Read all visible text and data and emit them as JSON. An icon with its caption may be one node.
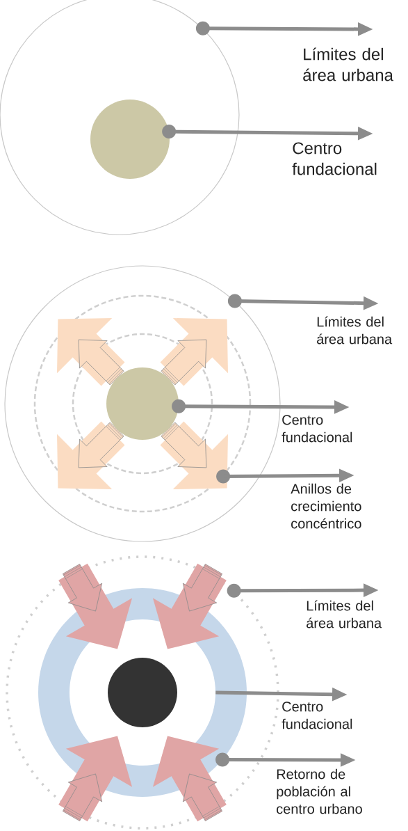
{
  "diagram": {
    "nodes": [
      {
        "text": [],
        "shape": "circle"
      },
      {
        "text": [],
        "shape": "circle",
        "in": 0
      },
      {
        "text": [
          "Límites del área urbana"
        ]
      },
      {
        "text": [
          "Centro fundacional"
        ]
      },
      {
        "text": [],
        "shape": "circle"
      },
      {
        "text": [],
        "shape": "circle",
        "in": 4
      },
      {
        "text": [],
        "shape": "circle",
        "in": 5
      },
      {
        "text": [],
        "shape": "circle",
        "in": 6
      },
      {
        "text": [
          "Límites del área urbana"
        ]
      },
      {
        "text": [
          "Centro fundacional"
        ]
      },
      {
        "text": [
          "Anillos de crecimiento concéntrico"
        ]
      },
      {
        "text": [],
        "shape": "circle"
      },
      {
        "text": [],
        "shape": "circle",
        "in": 11
      },
      {
        "text": [],
        "shape": "circle",
        "in": 12
      },
      {
        "text": [],
        "shape": "circle",
        "in": 13
      },
      {
        "text": [
          "Límites del área urbana"
        ]
      },
      {
        "text": [
          "Centro fundacional"
        ]
      },
      {
        "text": [
          "Retorno de población al centro urbano"
        ]
      }
    ],
    "edges": [
      {
        "from": 0,
        "to": 2,
        "arrow": "to"
      },
      {
        "from": 1,
        "to": 3,
        "arrow": "to"
      },
      {
        "from": 4,
        "to": 8,
        "arrow": "to"
      },
      {
        "from": 7,
        "to": 9,
        "arrow": "to"
      },
      {
        "from": 5,
        "to": 10,
        "arrow": "to"
      },
      {
        "from": 11,
        "to": 15,
        "arrow": "to"
      },
      {
        "from": 13,
        "to": 16,
        "arrow": "to"
      },
      {
        "from": 12,
        "to": 17,
        "arrow": "to"
      }
    ]
  }
}
